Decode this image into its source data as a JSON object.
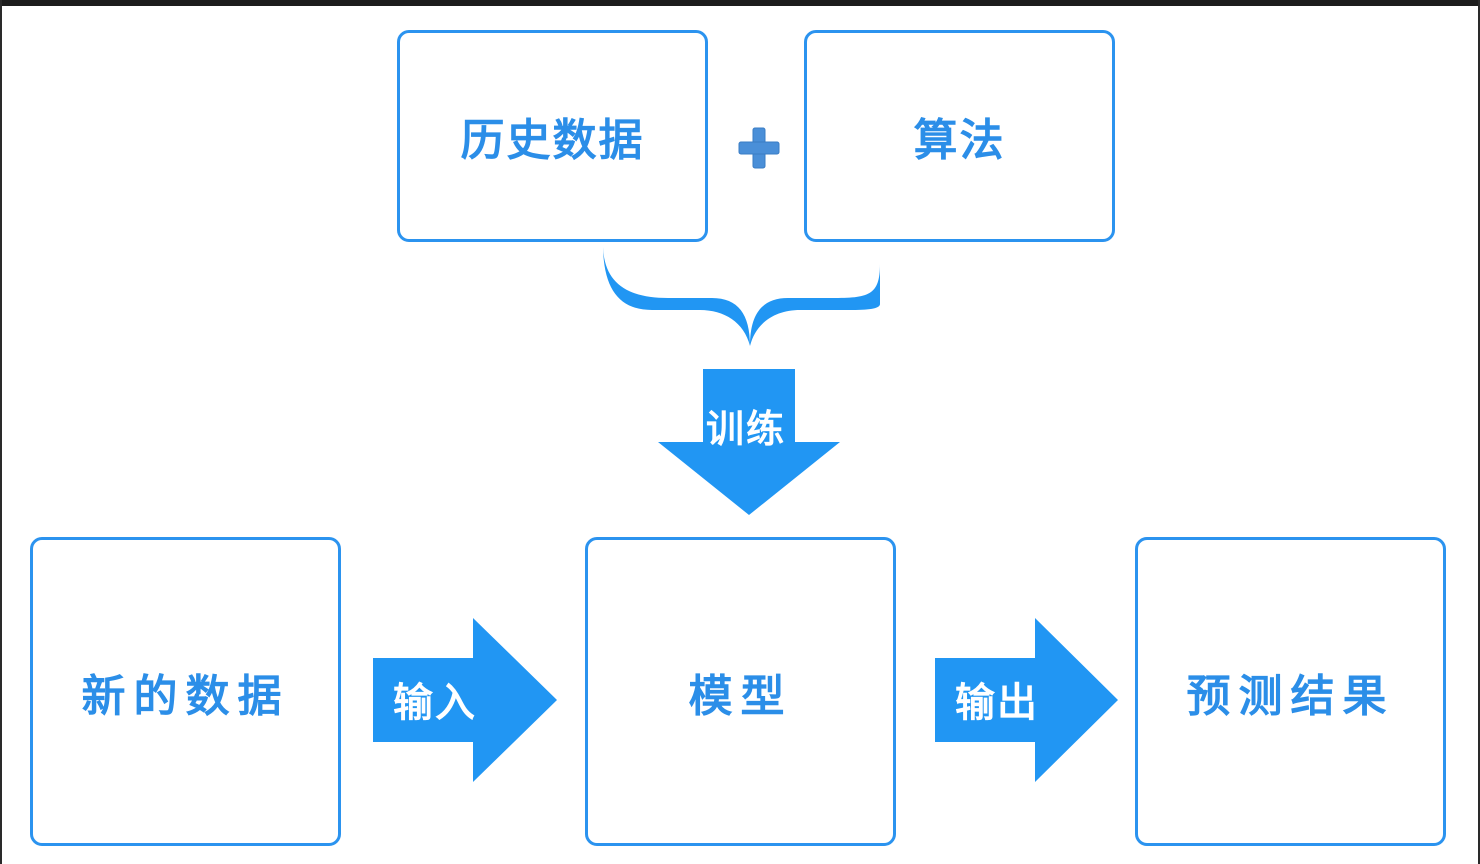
{
  "colors": {
    "accent": "#2b93ef",
    "text": "#2b8ee8",
    "plus": "#4a8fd8"
  },
  "nodes": {
    "history_data": "历史数据",
    "algorithm": "算法",
    "new_data": "新的数据",
    "model": "模型",
    "prediction": "预测结果"
  },
  "arrows": {
    "train": "训练",
    "input": "输入",
    "output": "输出"
  },
  "icons": {
    "plus": "plus-icon",
    "brace": "curly-brace-icon"
  }
}
